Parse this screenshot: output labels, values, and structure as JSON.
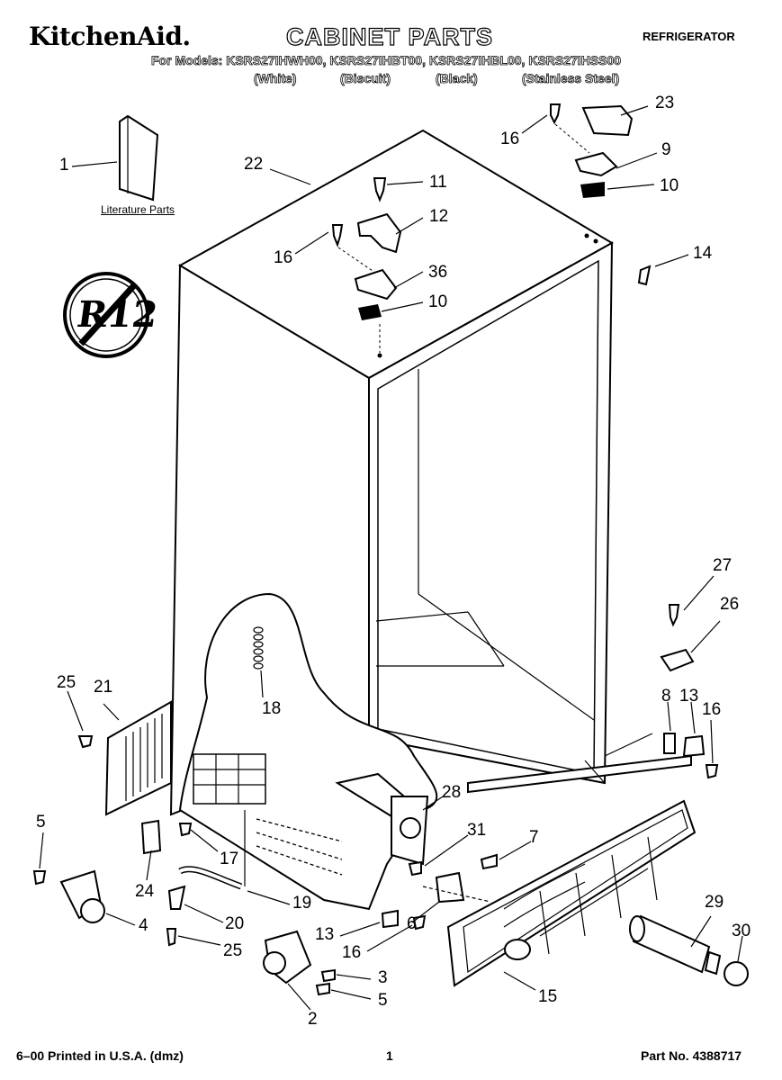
{
  "header": {
    "brand": "KitchenAid.",
    "title": "CABINET PARTS",
    "category": "REFRIGERATOR",
    "models": "For Models: KSRS27IHWH00, KSRS27IHBT00, KSRS27IHBL00, KSRS27IHSS00",
    "variants": [
      "(White)",
      "(Biscuit)",
      "(Black)",
      "(Stainless Steel)"
    ]
  },
  "literature_label": "Literature Parts",
  "badge_text": "R12",
  "callouts": [
    "1",
    "22",
    "16",
    "23",
    "9",
    "10",
    "11",
    "12",
    "16",
    "36",
    "10",
    "14",
    "27",
    "26",
    "25",
    "21",
    "18",
    "8",
    "13",
    "16",
    "28",
    "5",
    "31",
    "7",
    "17",
    "24",
    "19",
    "20",
    "4",
    "13",
    "6",
    "16",
    "29",
    "30",
    "25",
    "3",
    "5",
    "15",
    "2"
  ],
  "footer": {
    "left": "6–00 Printed in U.S.A. (dmz)",
    "center": "1",
    "right": "Part No. 4388717"
  }
}
